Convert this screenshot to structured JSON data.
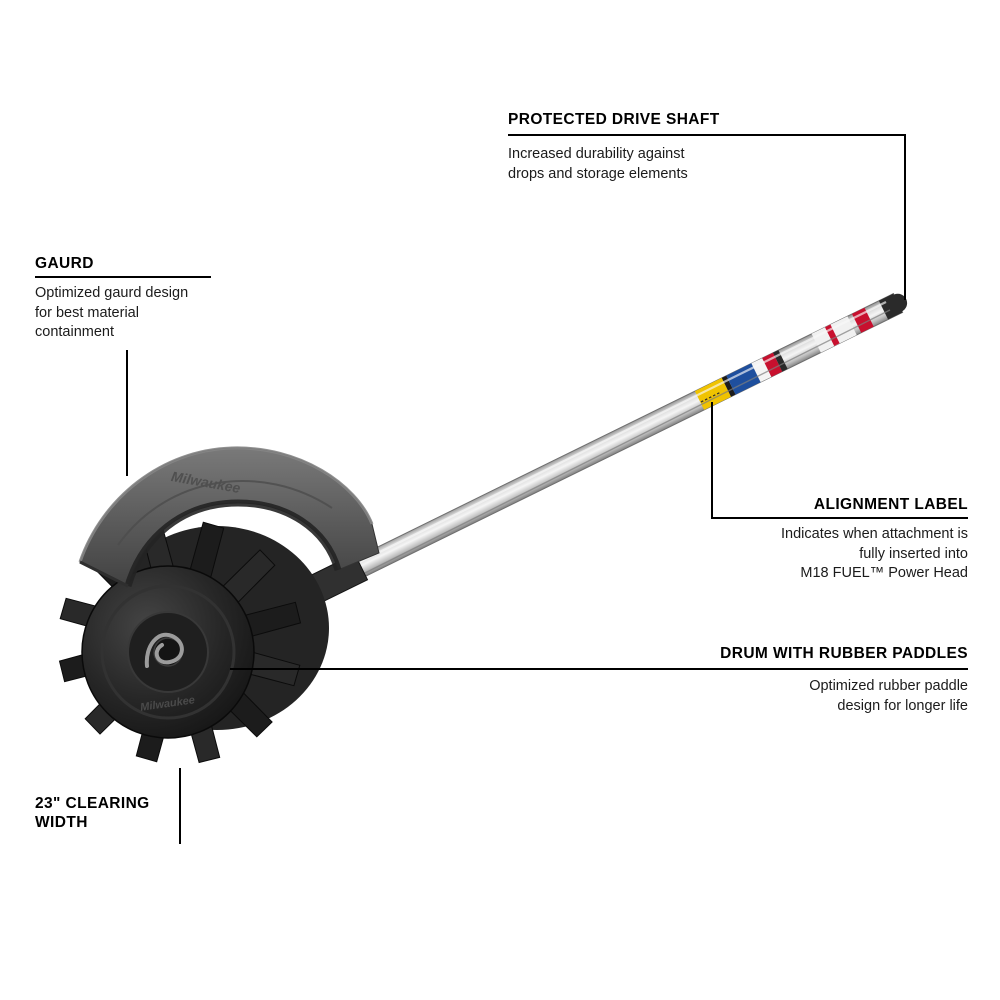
{
  "product": {
    "brand": "Milwaukee"
  },
  "colors": {
    "leader_line": "#000000",
    "label_yellow": "#f0c300",
    "label_blue": "#1e4f9e",
    "accent_red": "#c8102e"
  },
  "callouts": {
    "drive_shaft": {
      "title": "PROTECTED DRIVE SHAFT",
      "desc": [
        "Increased durability against",
        "drops and storage elements"
      ]
    },
    "guard": {
      "title": "GAURD",
      "desc": [
        "Optimized gaurd design",
        "for best material",
        "containment"
      ]
    },
    "alignment_label": {
      "title": "ALIGNMENT LABEL",
      "desc": [
        "Indicates when attachment is",
        "fully inserted into",
        "M18 FUEL™ Power Head"
      ]
    },
    "drum": {
      "title": "DRUM WITH RUBBER PADDLES",
      "desc": [
        "Optimized rubber paddle",
        "design for longer life"
      ]
    },
    "clearing_width": {
      "title": [
        "23\" CLEARING",
        "WIDTH"
      ]
    }
  }
}
